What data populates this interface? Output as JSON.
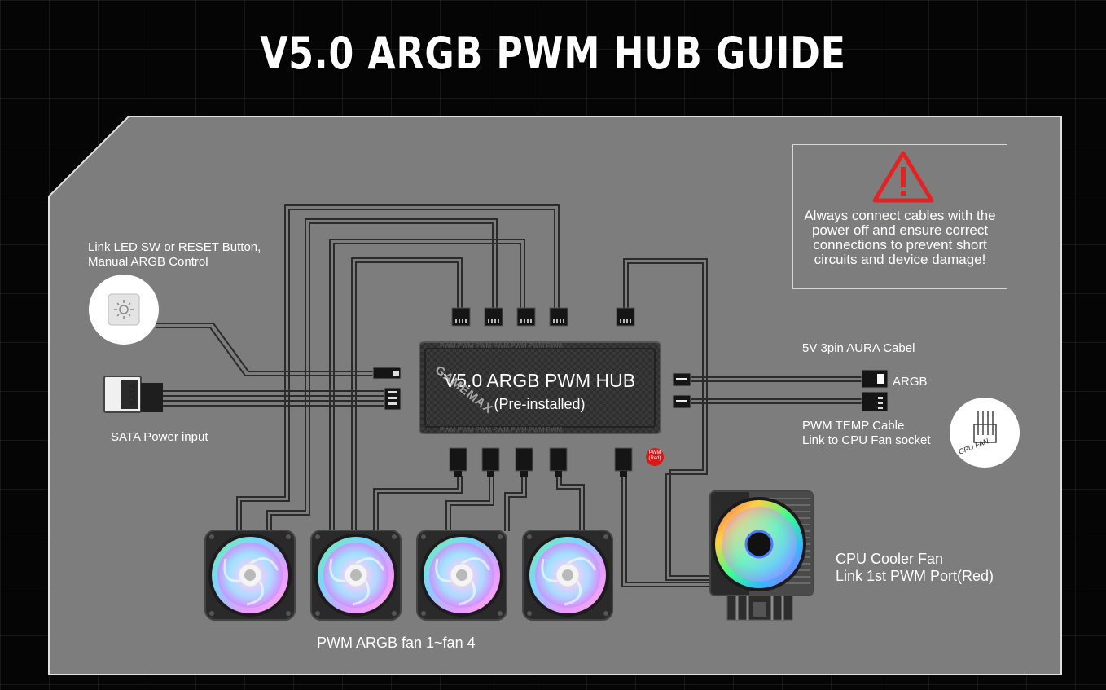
{
  "title": "V5.0 ARGB PWM HUB GUIDE",
  "warning": {
    "icon": "warning-triangle-icon",
    "text": "Always connect cables with the power off and ensure correct connections to prevent short circuits and device damage!"
  },
  "hub": {
    "name": "V5.0 ARGB PWM HUB",
    "subtitle": "(Pre-installed)",
    "brand": "GAMEMAX",
    "port_label": "PWM"
  },
  "labels": {
    "led_sw": "Link LED SW or RESET Button,\nManual ARGB Control",
    "sata": "SATA Power input",
    "sata_tag": "SATA",
    "aura": "5V 3pin AURA Cabel",
    "argb": "ARGB",
    "pwm_temp": "PWM TEMP Cable\nLink to CPU Fan socket",
    "cpu_fan_tag": "CPU FAN",
    "pwm_red_tag": "PWM\n(Red)",
    "cpu_cooler": "CPU Cooler Fan\nLink 1st PWM Port(Red)",
    "fans": "PWM ARGB fan 1~fan 4"
  },
  "colors": {
    "panel": "#7d7d7d",
    "panel_border": "#e0e0e0",
    "wire": "#2b2b2b",
    "hub": "#333333",
    "warning_red": "#e52222",
    "pwm_red": "#d91818"
  }
}
